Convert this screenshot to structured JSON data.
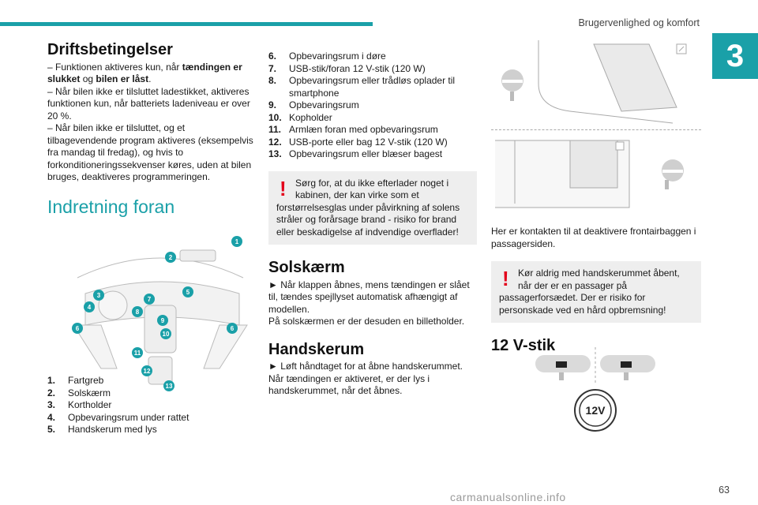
{
  "header": {
    "title": "Brugervenlighed og komfort",
    "chapter": "3",
    "page": "63"
  },
  "col1": {
    "heading": "Driftsbetingelser",
    "lines": [
      [
        "– Funktionen aktiveres kun, når ",
        "tændingen er slukket",
        " og ",
        "bilen er låst",
        "."
      ],
      [
        "– Når bilen ikke er tilsluttet ladestikket, aktiveres funktionen kun, når batteriets ladeniveau er over 20 %."
      ],
      [
        "– Når bilen ikke er tilsluttet, og et tilbagevendende program aktiveres (eksempelvis fra mandag til fredag), og hvis to forkonditioneringssekvenser køres, uden at bilen bruges, deaktiveres programmeringen."
      ]
    ],
    "section_title": "Indretning foran",
    "callouts": [
      "1",
      "2",
      "3",
      "4",
      "5",
      "6",
      "6",
      "7",
      "8",
      "9",
      "10",
      "11",
      "12",
      "13"
    ],
    "items": [
      {
        "n": "1.",
        "t": "Fartgreb"
      },
      {
        "n": "2.",
        "t": "Solskærm"
      },
      {
        "n": "3.",
        "t": "Kortholder"
      },
      {
        "n": "4.",
        "t": "Opbevaringsrum under rattet"
      },
      {
        "n": "5.",
        "t": "Handskerum med lys"
      }
    ]
  },
  "col2": {
    "items": [
      {
        "n": "6.",
        "t": "Opbevaringsrum i døre"
      },
      {
        "n": "7.",
        "t": "USB-stik/foran 12 V-stik (120 W)"
      },
      {
        "n": "8.",
        "t": "Opbevaringsrum eller trådløs oplader til smartphone"
      },
      {
        "n": "9.",
        "t": "Opbevaringsrum"
      },
      {
        "n": "10.",
        "t": "Kopholder"
      },
      {
        "n": "11.",
        "t": "Armlæn foran med opbevaringsrum"
      },
      {
        "n": "12.",
        "t": "USB-porte eller bag 12 V-stik (120 W)"
      },
      {
        "n": "13.",
        "t": "Opbevaringsrum eller blæser bagest"
      }
    ],
    "warning_first": "Sørg for, at du ikke efterlader noget i kabinen, der kan virke som et",
    "warning_rest": "forstørrelsesglas under påvirkning af solens stråler og forårsage brand - risiko for brand eller beskadigelse af indvendige overflader!",
    "sun_title": "Solskærm",
    "sun_text1": "► Når klappen åbnes, mens tændingen er slået til, tændes spejllyset automatisk afhængigt af modellen.",
    "sun_text2": "På solskærmen er der desuden en billetholder.",
    "glove_title": "Handskerum",
    "glove_text": "► Løft håndtaget for at åbne handskerummet. Når tændingen er aktiveret, er der lys i handskerummet, når det åbnes."
  },
  "col3": {
    "airbag_text": "Her er kontakten til at deaktivere frontairbaggen i passagersiden.",
    "warning_first": "Kør aldrig med handskerummet åbent, når der er en passager på",
    "warning_rest": "passagerforsædet. Der er risiko for personskade ved en hård opbremsning!",
    "v12_title": "12 V-stik",
    "socket_label": "12V"
  },
  "watermark": "carmanualsonline.info",
  "colors": {
    "accent": "#1aa0a8",
    "warning": "#e3001b",
    "warn_bg": "#eeeeee"
  }
}
